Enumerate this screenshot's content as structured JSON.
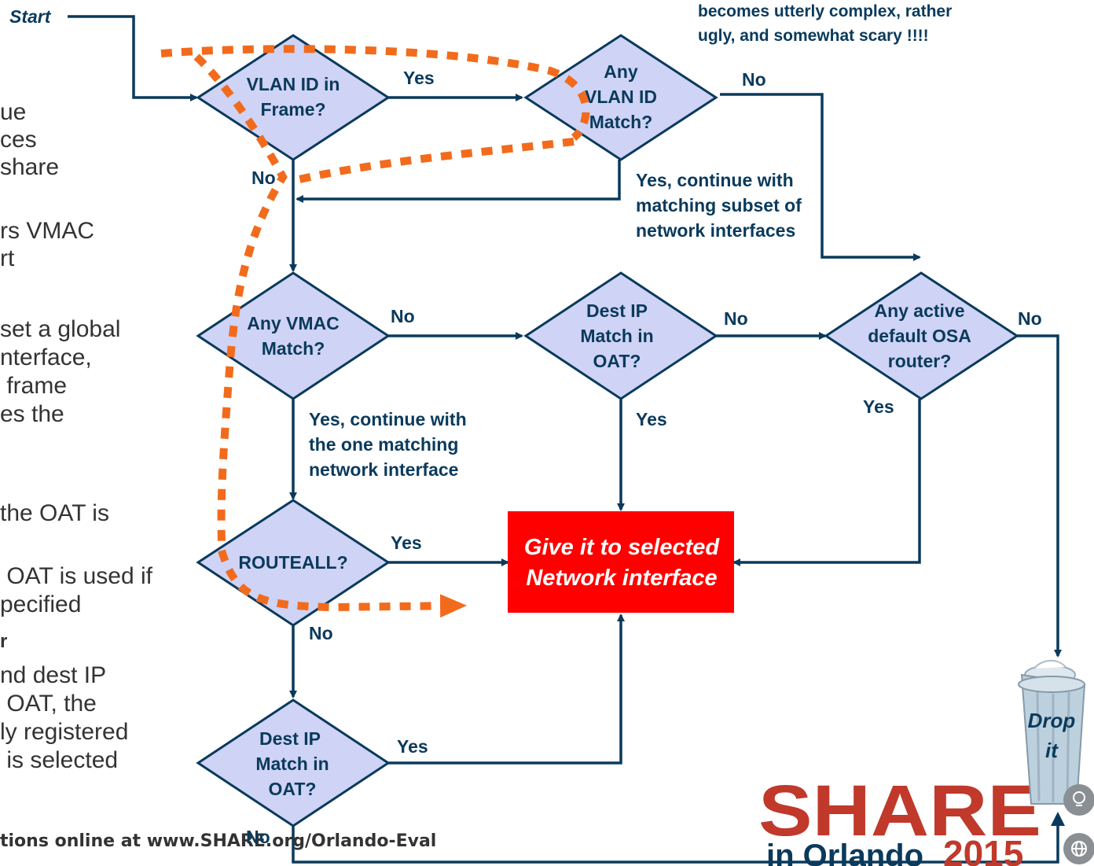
{
  "start_label": "Start",
  "banner_lines": [
    "becomes utterly complex, rather",
    "ugly, and somewhat scary !!!!"
  ],
  "side_text_lines": [
    "ue",
    "ces",
    "share",
    "rs VMAC",
    "rt",
    "set a global",
    "nterface,",
    " frame",
    "es the",
    "the OAT is",
    " OAT is used if",
    "pecified",
    "r",
    "nd dest IP",
    " OAT, the",
    "ly registered",
    " is selected"
  ],
  "nodes": {
    "vlan_frame": [
      "VLAN ID in",
      "Frame?"
    ],
    "vlan_match": [
      "Any",
      "VLAN ID",
      "Match?"
    ],
    "vmac_match": [
      "Any VMAC",
      "Match?"
    ],
    "dest_oat_1": [
      "Dest IP",
      "Match in",
      "OAT?"
    ],
    "osa_router": [
      "Any active",
      "default OSA",
      "router?"
    ],
    "routeall": [
      "ROUTEALL?"
    ],
    "dest_oat_2": [
      "Dest IP",
      "Match in",
      "OAT?"
    ]
  },
  "target_lines": [
    "Give it to selected",
    "Network interface"
  ],
  "drop_lines": [
    "Drop",
    "it"
  ],
  "edge_labels": {
    "vlan_frame_yes": "Yes",
    "vlan_match_no": "No",
    "vlan_frame_no": "No",
    "vlan_match_yes": [
      "Yes, continue with",
      "matching subset of",
      "network interfaces"
    ],
    "vmac_no": "No",
    "oat1_no": "No",
    "osa_no": "No",
    "vmac_yes": [
      "Yes, continue with",
      "the one matching",
      "network interface"
    ],
    "oat1_yes": "Yes",
    "osa_yes": "Yes",
    "routeall_yes": "Yes",
    "routeall_no": "No",
    "oat2_yes": "Yes",
    "oat2_no": "No"
  },
  "footer_text": "tions online at www.SHARE.org/Orlando-Eval",
  "logo": {
    "word": "SHARE",
    "line2": "in Orlando",
    "year": "2015"
  },
  "icons": [
    "lightbulb-icon",
    "globe-icon",
    "trash-can-icon"
  ],
  "colors": {
    "flow": "#0a3a5c",
    "diamond_fill": "#cfd3f5",
    "target_fill": "#ff0000",
    "dotted_path": "#f26b1d",
    "logo": "#c0392b"
  }
}
